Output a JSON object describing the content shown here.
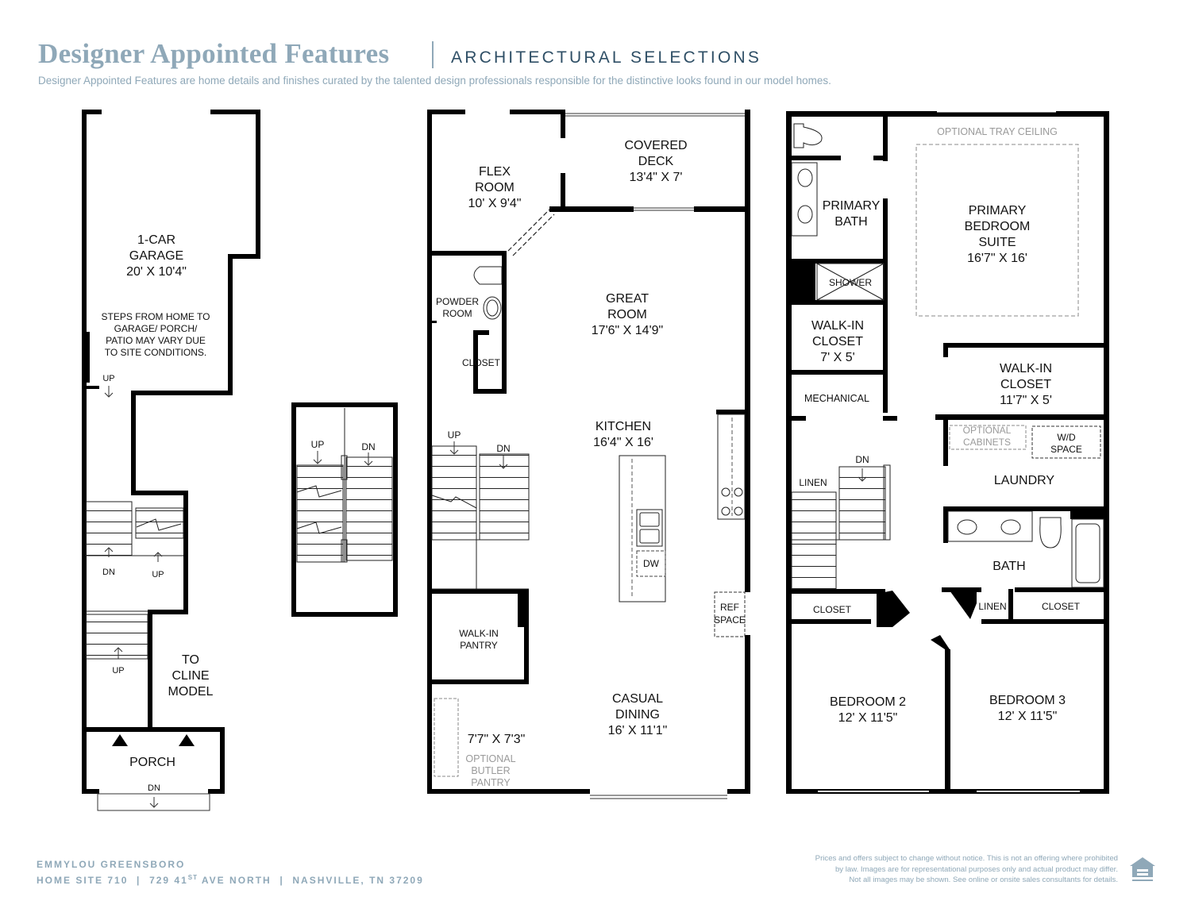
{
  "header": {
    "title": "Designer Appointed Features",
    "subtitle": "ARCHITECTURAL SELECTIONS",
    "description": "Designer Appointed Features are home details and finishes curated by the talented design professionals responsible for the distinctive looks found in our model homes."
  },
  "colors": {
    "brand": "#8fa8b8",
    "text": "#111111",
    "wall": "#000000",
    "muted": "#9a9a9a"
  },
  "rooms": {
    "garage": {
      "name": [
        "1-CAR",
        "GARAGE"
      ],
      "dims": "20' X 10'4\""
    },
    "garage_note": [
      "STEPS FROM HOME TO",
      "GARAGE/ PORCH/",
      "PATIO MAY VARY DUE",
      "TO SITE CONDITIONS."
    ],
    "to_cline": [
      "TO",
      "CLINE",
      "MODEL"
    ],
    "porch": "PORCH",
    "flex": {
      "name": [
        "FLEX",
        "ROOM"
      ],
      "dims": "10' X 9'4\""
    },
    "deck": {
      "name": [
        "COVERED",
        "DECK"
      ],
      "dims": "13'4\" X 7'"
    },
    "powder": [
      "POWDER",
      "ROOM"
    ],
    "closet_main": "CLOSET",
    "great": {
      "name": [
        "GREAT",
        "ROOM"
      ],
      "dims": "17'6\" X 14'9\""
    },
    "kitchen": {
      "name": "KITCHEN",
      "dims": "16'4\" X 16'"
    },
    "dw": "DW",
    "ref": [
      "REF",
      "SPACE"
    ],
    "pantry": [
      "WALK-IN",
      "PANTRY"
    ],
    "butler_dims": "7'7\" X 7'3\"",
    "butler": [
      "OPTIONAL",
      "BUTLER",
      "PANTRY"
    ],
    "casual": {
      "name": [
        "CASUAL",
        "DINING"
      ],
      "dims": "16' X 11'1\""
    },
    "tray": "OPTIONAL TRAY CEILING",
    "primary_bath": [
      "PRIMARY",
      "BATH"
    ],
    "primary_suite": {
      "name": [
        "PRIMARY",
        "BEDROOM",
        "SUITE"
      ],
      "dims": "16'7\" X 16'"
    },
    "shower": "SHOWER",
    "wic1": {
      "name": [
        "WALK-IN",
        "CLOSET"
      ],
      "dims": "7' X 5'"
    },
    "wic2": {
      "name": [
        "WALK-IN",
        "CLOSET"
      ],
      "dims": "11'7\" X 5'"
    },
    "mechanical": "MECHANICAL",
    "opt_cab": [
      "OPTIONAL",
      "CABINETS"
    ],
    "wd": [
      "W/D",
      "SPACE"
    ],
    "laundry": "LAUNDRY",
    "linen": "LINEN",
    "bath": "BATH",
    "closet": "CLOSET",
    "bed2": {
      "name": "BEDROOM 2",
      "dims": "12' X 11'5\""
    },
    "bed3": {
      "name": "BEDROOM 3",
      "dims": "12' X 11'5\""
    }
  },
  "stairs": {
    "up": "UP",
    "dn": "DN"
  },
  "footer": {
    "community": "EMMYLOU GREENSBORO",
    "site": "HOME SITE 710",
    "address_num": "729 41",
    "address_sup": "ST",
    "address_rest": " AVE NORTH",
    "city": "NASHVILLE, TN 37209",
    "disclaimer": [
      "Prices and offers subject to change without notice. This is not an offering where prohibited",
      "by law. Images are for representational purposes only and actual product may differ.",
      "Not all images may be shown. See online or onsite sales consultants for details."
    ]
  }
}
